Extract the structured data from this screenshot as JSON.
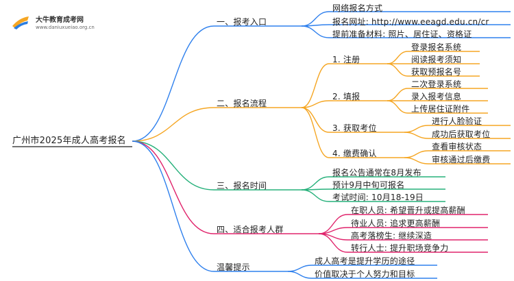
{
  "logo": {
    "title": "大牛教育成考网",
    "url": "www.daniuxueiao.org.cn",
    "colors": {
      "orange": "#f5a623",
      "blue": "#2a7de1"
    }
  },
  "root": {
    "label": "广州市2025年成人高考报名"
  },
  "branch_colors": {
    "b1": "#2f80ed",
    "b2": "#f5a623",
    "b3": "#25b07a",
    "b4": "#e0236b",
    "b5": "#2f80ed"
  },
  "branches": {
    "b1": {
      "label": "一、报考入口",
      "children": [
        "网络报名方式",
        "报名网址: http://www.eeagd.edu.cn/cr",
        "提前准备材料: 照片、居住证、资格证"
      ]
    },
    "b2": {
      "label": "二、报名流程",
      "steps": [
        {
          "label": "1. 注册",
          "children": [
            "登录报名系统",
            "阅读报考须知",
            "获取预报名号"
          ]
        },
        {
          "label": "2. 填报",
          "children": [
            "二次登录系统",
            "录入报考信息",
            "上传居住证附件"
          ]
        },
        {
          "label": "3. 获取考位",
          "children": [
            "进行人脸验证",
            "成功后获取考位"
          ]
        },
        {
          "label": "4. 缴费确认",
          "children": [
            "查看审核状态",
            "审核通过后缴费"
          ]
        }
      ]
    },
    "b3": {
      "label": "三、报名时间",
      "children": [
        "报名公告通常在8月发布",
        "预计9月中旬可报名",
        "考试时间: 10月18-19日"
      ]
    },
    "b4": {
      "label": "四、适合报考人群",
      "children": [
        "在职人员: 希望晋升或提高薪酬",
        "待业人员: 追求更高薪酬",
        "高考落榜生: 继续深造",
        "转行人士: 提升职场竞争力"
      ]
    },
    "b5": {
      "label": "温馨提示",
      "children": [
        "成人高考是提升学历的途径",
        "价值取决于个人努力和目标"
      ]
    }
  }
}
